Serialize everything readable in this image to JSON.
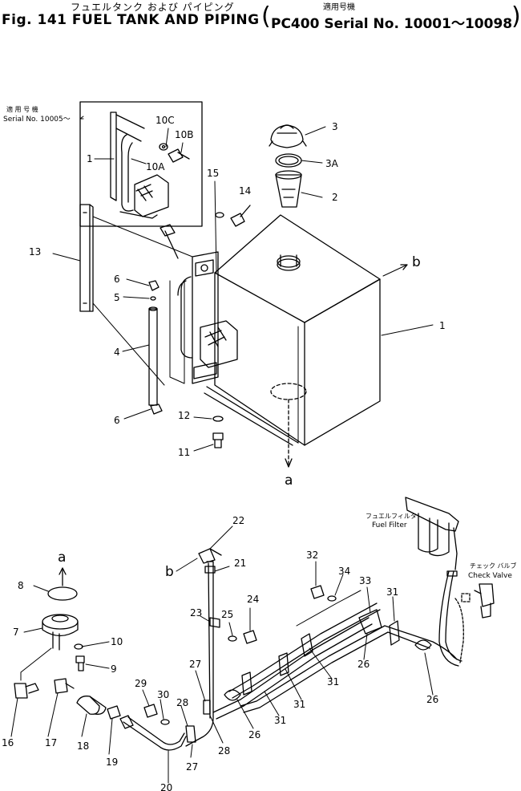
{
  "header": {
    "japanese_title": "フュエルタンク および パイピング",
    "japanese_applicable": "適用号機",
    "title": "Fig. 141 FUEL TANK AND PIPING",
    "model_serial": "PC400 Serial No. 10001～10098"
  },
  "inset": {
    "japanese_label": "適 用 号 機",
    "serial_label": "Serial No. 10005～"
  },
  "callouts": [
    "1",
    "2",
    "3",
    "3A",
    "4",
    "5",
    "6",
    "6",
    "7",
    "8",
    "9",
    "10",
    "10A",
    "10B",
    "10C",
    "11",
    "12",
    "13",
    "14",
    "15",
    "16",
    "17",
    "18",
    "19",
    "20",
    "21",
    "22",
    "23",
    "24",
    "25",
    "26",
    "26",
    "26",
    "27",
    "27",
    "28",
    "28",
    "29",
    "30",
    "31",
    "31",
    "31",
    "31",
    "32",
    "33",
    "34",
    "1"
  ],
  "connectors": {
    "a_top": "a",
    "a_bottom": "a",
    "b_tank": "b",
    "b_pipe": "b"
  },
  "fuel_filter": {
    "japanese": "フュエルフィルタ",
    "english": "Fuel Filter"
  },
  "check_valve": {
    "japanese": "チェック バルブ",
    "english": "Check Valve"
  }
}
